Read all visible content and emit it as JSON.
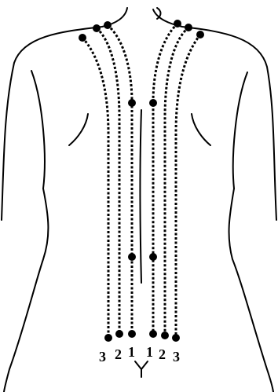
{
  "lane_labels": {
    "left": [
      "3",
      "2",
      "1"
    ],
    "right": [
      "1",
      "2",
      "3"
    ]
  },
  "colors": {
    "ink": "#000000",
    "background": "#ffffff"
  }
}
